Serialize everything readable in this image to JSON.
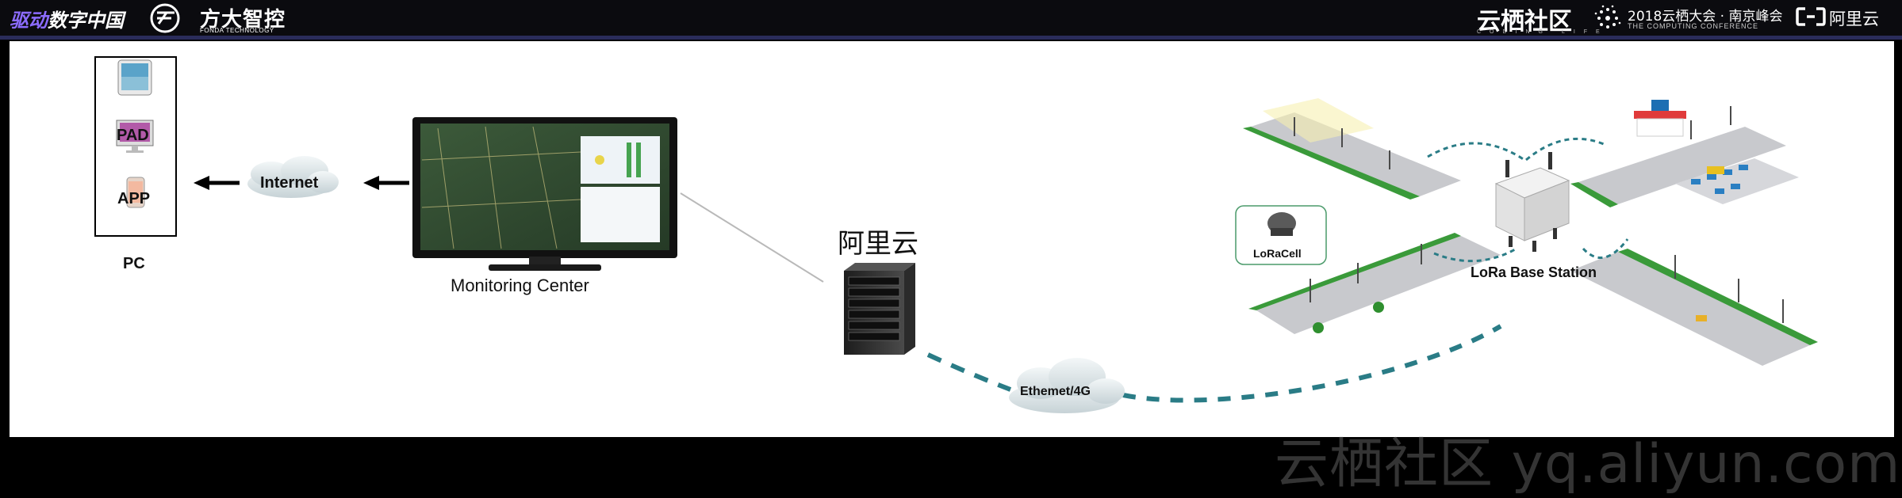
{
  "header": {
    "left_brand_highlight": "驱动",
    "left_brand_rest": "数字中国",
    "fonda_title": "方大智控",
    "fonda_sub": "FONDA TECHNOLOGY",
    "yunqi_title": "云栖社区",
    "yunqi_sub": "CODING LIFE",
    "conf_title": "2018云栖大会 · 南京峰会",
    "conf_sub": "THE COMPUTING CONFERENCE",
    "aliyun_title": "阿里云",
    "icons": [
      "fonda-logo-icon",
      "conference-logo-icon",
      "aliyun-logo-icon"
    ]
  },
  "diagram": {
    "devices": [
      "PAD",
      "APP",
      "PC"
    ],
    "internet_label": "Internet",
    "monitoring_label": "Monitoring Center",
    "cloud_label": "阿里云",
    "network_label": "Ethemet/4G",
    "sensor_label": "LoRaCell",
    "base_station_label": "LoRa Base Station",
    "colors": {
      "dashed_link": "#2a7c86",
      "road": "#9a9ca2",
      "grass": "#3a9a3a",
      "cloud": "#dfe7ea"
    }
  },
  "watermark": "云栖社区 yq.aliyun.com"
}
